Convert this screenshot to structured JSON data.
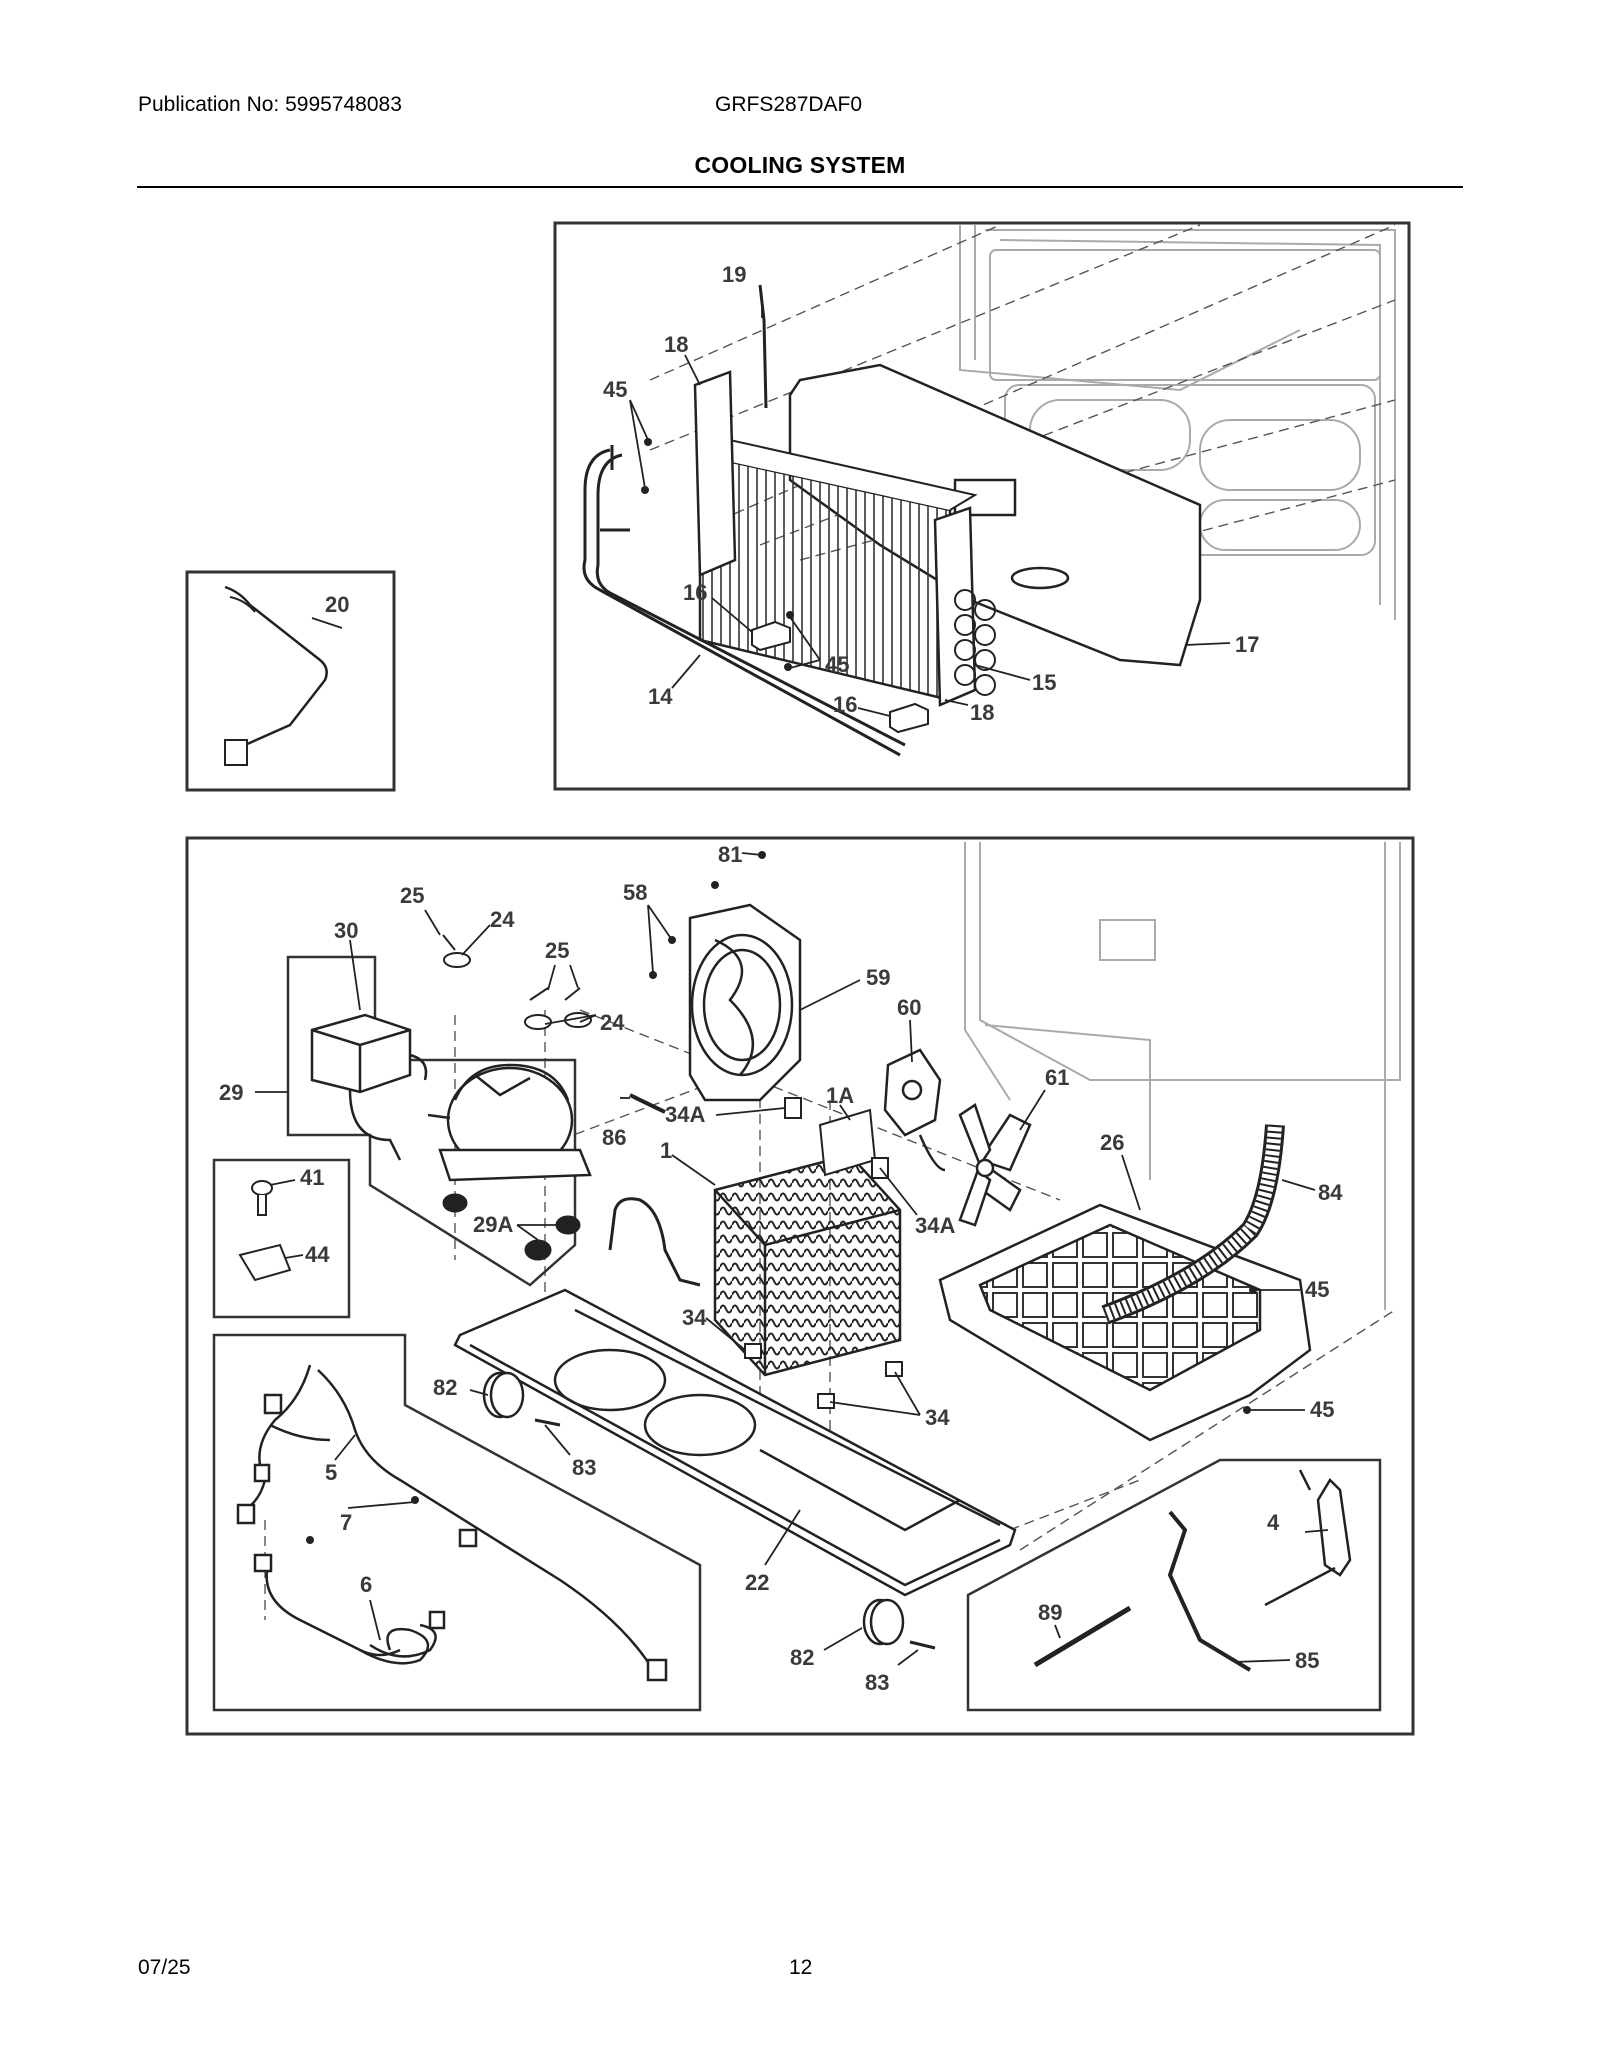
{
  "header": {
    "publication": "Publication No: 5995748083",
    "model": "GRFS287DAF0",
    "title": "COOLING SYSTEM"
  },
  "footer": {
    "date": "07/25",
    "page": "12"
  },
  "top_panel_labels": [
    "19",
    "18",
    "45",
    "16",
    "45",
    "14",
    "16",
    "18",
    "15",
    "17"
  ],
  "inset_20_label": "20",
  "main_panel_labels": [
    "81",
    "58",
    "25",
    "24",
    "30",
    "25",
    "24",
    "59",
    "60",
    "29",
    "1A",
    "61",
    "34A",
    "86",
    "26",
    "1",
    "84",
    "34A",
    "41",
    "29A",
    "44",
    "45",
    "34",
    "82",
    "45",
    "34",
    "83",
    "5",
    "4",
    "7",
    "22",
    "89",
    "6",
    "85",
    "82",
    "83"
  ]
}
